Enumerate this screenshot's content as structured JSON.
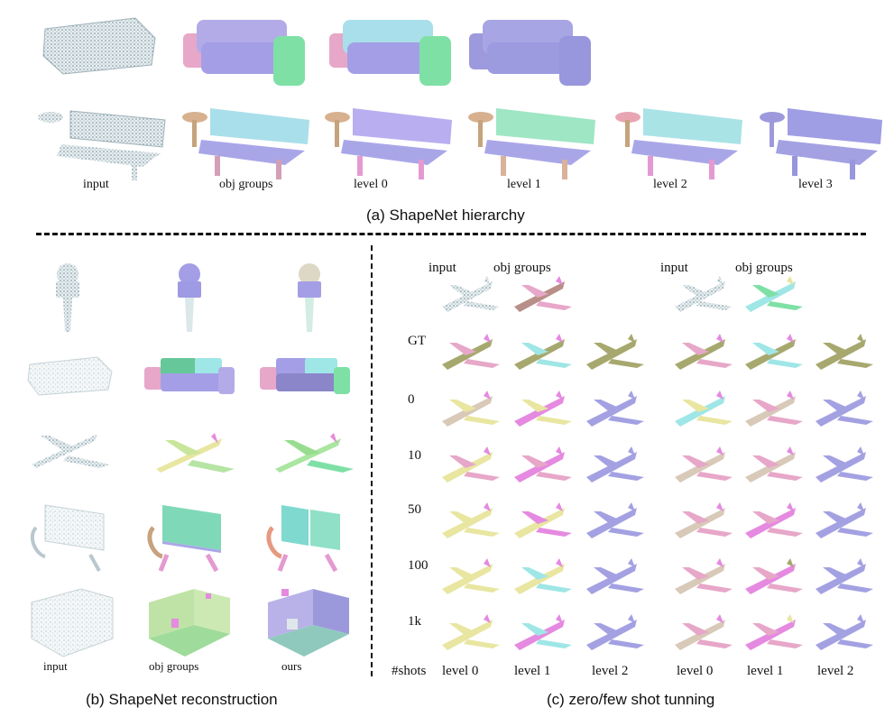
{
  "panel_a": {
    "caption": "(a) ShapeNet hierarchy",
    "column_labels": [
      "input",
      "obj groups",
      "level 0",
      "level 1",
      "level 2",
      "level 3"
    ]
  },
  "panel_b": {
    "caption": "(b) ShapeNet reconstruction",
    "column_labels": [
      "input",
      "obj groups",
      "ours"
    ]
  },
  "panel_c": {
    "caption": "(c) zero/few shot tunning",
    "top_labels": [
      "input",
      "obj groups",
      "input",
      "obj groups"
    ],
    "row_labels": [
      "GT",
      "0",
      "10",
      "50",
      "100",
      "1k"
    ],
    "bottom_labels": [
      "#shots",
      "level 0",
      "level 1",
      "level 2",
      "level 0",
      "level 1",
      "level 2"
    ]
  },
  "colors": {
    "lavender": "#a9a6e8",
    "pink": "#e7a7c8",
    "mint": "#7fe0a6",
    "cyan": "#9fe6e6",
    "yellow": "#e8e6a0",
    "olive": "#a7a86e",
    "magenta": "#e58ae0",
    "pointcloud": "#8aa3ad"
  }
}
